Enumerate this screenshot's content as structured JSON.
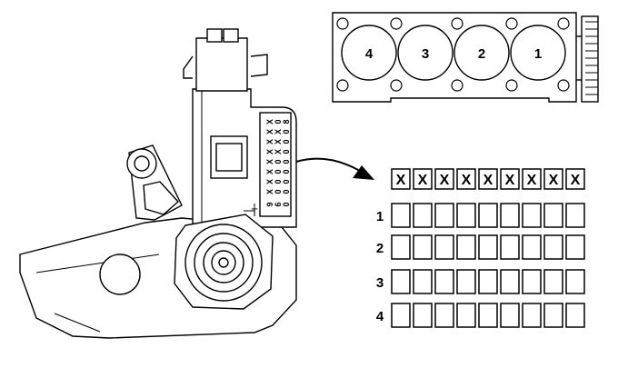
{
  "figure": {
    "cylinder_head": {
      "cylinders": [
        "4",
        "3",
        "2",
        "1"
      ]
    },
    "engraving_strip": {
      "columns": [
        [
          "X",
          "X",
          "X",
          "X",
          "X",
          "X",
          "X",
          "X",
          "9"
        ],
        [
          "0",
          "X",
          "X",
          "X",
          "0",
          "0",
          "0",
          "0",
          "6"
        ],
        [
          "8",
          "0",
          "0",
          "0",
          "0",
          "0",
          "0",
          "0",
          "0"
        ]
      ],
      "side_mark": "T"
    },
    "code_grid": {
      "header": [
        "X",
        "X",
        "X",
        "X",
        "X",
        "X",
        "X",
        "X",
        "X"
      ],
      "rows": [
        {
          "label": "1",
          "cells": [
            "",
            "",
            "",
            "",
            "",
            "",
            "",
            "",
            ""
          ]
        },
        {
          "label": "2",
          "cells": [
            "",
            "",
            "",
            "",
            "",
            "",
            "",
            "",
            ""
          ]
        },
        {
          "label": "3",
          "cells": [
            "",
            "",
            "",
            "",
            "",
            "",
            "",
            "",
            ""
          ]
        },
        {
          "label": "4",
          "cells": [
            "",
            "",
            "",
            "",
            "",
            "",
            "",
            "",
            ""
          ]
        }
      ]
    }
  }
}
